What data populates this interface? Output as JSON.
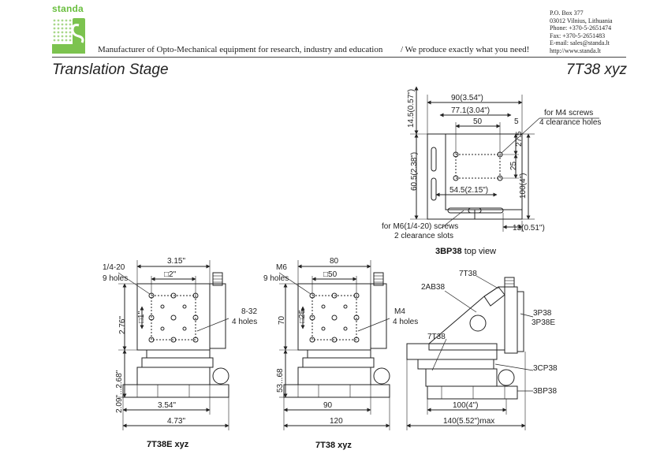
{
  "header": {
    "logo_word": "standa",
    "tagline": "Manufacturer of Opto-Mechanical equipment for research, industry and education",
    "motto": "/ We produce exactly what you need!",
    "contacts": [
      "P.O. Box 377",
      "03012 Vilnius, Lithuania",
      "Phone: +370-5-2651474",
      "Fax: +370-5-2651483",
      "E-mail: sales@standa.lt",
      "http://www.standa.lt"
    ]
  },
  "titles": {
    "left": "Translation Stage",
    "right": "7T38 xyz"
  },
  "top_view": {
    "caption_bold": "3BP38",
    "caption_rest": " top view",
    "dims": {
      "width_total": "90(3.54\")",
      "width_inner": "77.1(3.04\")",
      "width_holes": "50",
      "offset": "5",
      "v_small": "27.5",
      "v_holes": "25",
      "v_height": "100(4\")",
      "h_top": "14.5(0.57\")",
      "h_side": "60.5(2.38\")",
      "h_mid": "54.5(2.15\")",
      "h_bottom": "13(0.51\")"
    },
    "notes": {
      "screws_1": "for M4 screws",
      "screws_2": "4 clearance holes",
      "slots_1": "for M6(1/4-20) screws",
      "slots_2": "2 clearance slots"
    }
  },
  "stage_e": {
    "caption": "7T38E xyz",
    "dims": {
      "top": "3.15\"",
      "square": "□2\"",
      "square_v": "□1\"",
      "h1": "2.76\"",
      "h2": "2.09\"...2.68\"",
      "b1": "3.54\"",
      "b2": "4.73\""
    },
    "notes": {
      "thread": "1/4-20",
      "holes": "9 holes",
      "side_thread": "8-32",
      "side_holes": "4 holes"
    }
  },
  "stage_m": {
    "caption": "7T38 xyz",
    "dims": {
      "top": "80",
      "square": "□50",
      "square_v": "□25",
      "h1": "70",
      "h2": "53...68",
      "b1": "90",
      "b2": "120"
    },
    "notes": {
      "thread": "M6",
      "holes": "9 holes",
      "side_thread": "M4",
      "side_holes": "4 holes"
    }
  },
  "side_view": {
    "labels": {
      "top_stage": "7T38",
      "bracket": "2AB38",
      "lower_stage": "7T38",
      "plate_1": "3P38",
      "plate_2": "3P38E",
      "cp": "3CP38",
      "bp": "3BP38"
    },
    "dims": {
      "b1": "100(4\")",
      "b2": "140(5.52\")max"
    }
  }
}
